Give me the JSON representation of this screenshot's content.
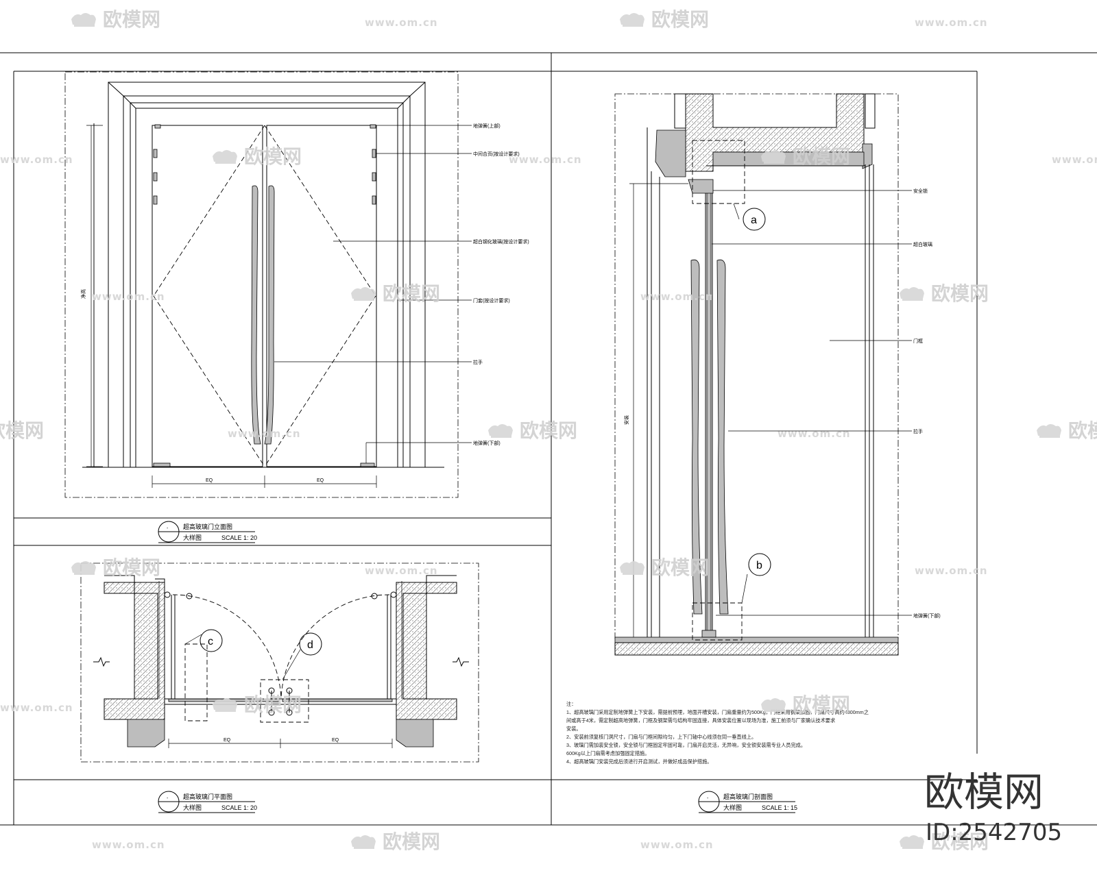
{
  "watermark": {
    "brand": "欧模网",
    "url": "www.om.cn",
    "big_brand": "欧模网",
    "id_text": "ID:2542705"
  },
  "elevation": {
    "labels": {
      "hinge_top": "地弹簧(上部)",
      "hinge_mid": "中间合页(按设计要求)",
      "glass_door": "超白钢化玻璃(按设计要求)",
      "frame": "门套(按设计要求)",
      "handle": "拉手",
      "hinge_bottom": "地弹簧(下部)"
    },
    "height_label": "净高",
    "eq_left": "EQ",
    "eq_right": "EQ",
    "title_main": "超高玻璃门立面图",
    "title_sub": "大样图",
    "scale": "SCALE 1: 20",
    "number": "-"
  },
  "plan": {
    "bubble_c": "c",
    "bubble_d": "d",
    "eq_left": "EQ",
    "eq_right": "EQ",
    "title_main": "超高玻璃门平面图",
    "title_sub": "大样图",
    "scale": "SCALE 1: 20",
    "number": "-"
  },
  "section": {
    "labels": {
      "safety": "安全锁",
      "glass": "超白玻璃",
      "door_frame": "门框",
      "handle": "拉手",
      "hinge": "地弹簧(下部)"
    },
    "height_label": "安装",
    "bubble_a": "a",
    "bubble_b": "b",
    "title_main": "超高玻璃门剖面图",
    "title_sub": "大样图",
    "scale": "SCALE 1: 15",
    "number": "-"
  },
  "notes": {
    "heading": "注：",
    "lines": [
      "1、超高玻璃门采用定制地弹簧上下安装，需提前预埋，地面开槽安装，门扇重量约为500Kg，门框采用钢架加固，门扇尺寸高约4300mm之",
      "间或高于4米，需定制超高地弹簧，门框及钢架需与结构牢固连接，具体安装位置以现场为准，施工前须与厂家确认技术要求",
      "安装。",
      "2、安装前须复核门洞尺寸，门扇与门框间隙均匀，上下门轴中心线须在同一垂直线上。",
      "3、玻璃门需加装安全锁，安全锁与门框固定牢固可靠，门扇开启灵活，无异响，安全锁安装需专业人员完成。",
      "600Kg以上门扇需考虑加强固定措施。",
      "4、超高玻璃门安装完成后须进行开启测试，并做好成品保护措施。"
    ]
  }
}
